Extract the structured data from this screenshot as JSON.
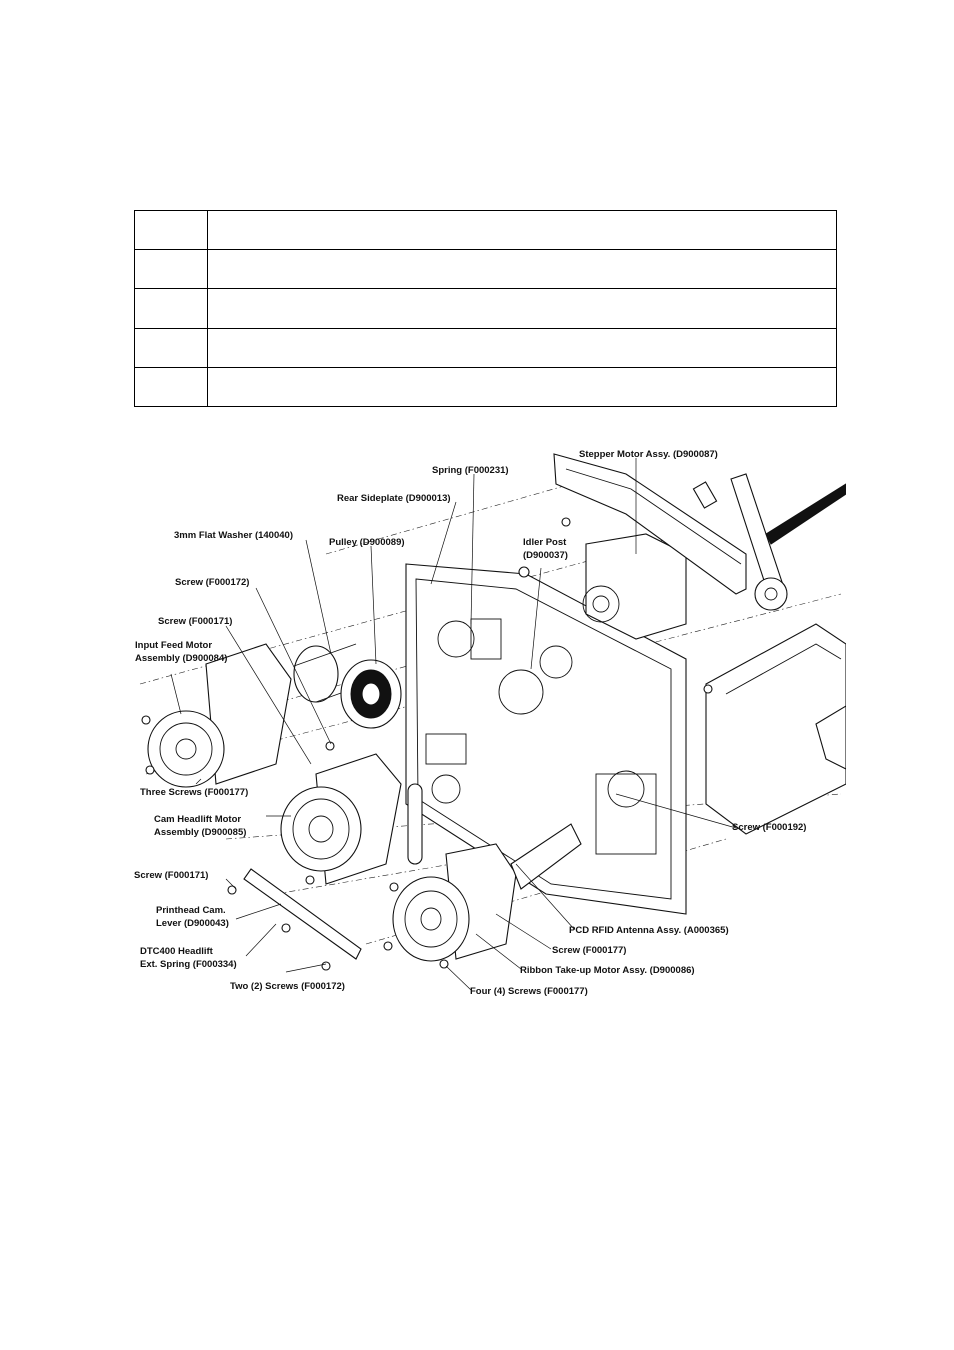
{
  "table": {
    "rows": 5,
    "columns": 2
  },
  "diagram": {
    "labels": {
      "stepper_motor": "Stepper Motor Assy. (D900087)",
      "spring": "Spring (F000231)",
      "rear_sideplate": "Rear Sideplate (D900013)",
      "flat_washer": "3mm Flat Washer (140040)",
      "pulley": "Pulley (D900089)",
      "idler_post_1": "Idler Post",
      "idler_post_2": "(D900037)",
      "screw_f000172": "Screw (F000172)",
      "screw_f000171_top": "Screw (F000171)",
      "input_feed_1": "Input Feed Motor",
      "input_feed_2": "Assembly (D900084)",
      "three_screws": "Three Screws (F000177)",
      "cam_headlift_1": "Cam Headlift Motor",
      "cam_headlift_2": "Assembly (D900085)",
      "screw_f000192": "Screw (F000192)",
      "screw_f000171_bottom": "Screw (F000171)",
      "printhead_cam_1": "Printhead Cam.",
      "printhead_cam_2": "Lever (D900043)",
      "pcd_rfid": "PCD RFID Antenna Assy. (A000365)",
      "dtc400_1": "DTC400 Headlift",
      "dtc400_2": "Ext. Spring (F000334)",
      "screw_f000177": "Screw (F000177)",
      "ribbon_takeup": "Ribbon Take-up Motor Assy. (D900086)",
      "two_screws": "Two (2) Screws (F000172)",
      "four_screws": "Four (4) Screws (F000177)"
    }
  }
}
